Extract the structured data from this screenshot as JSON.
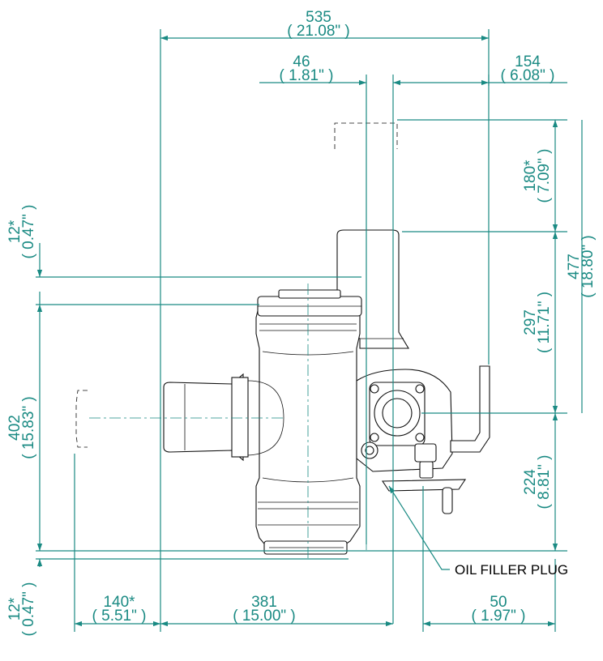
{
  "dimensions": {
    "overall_width": {
      "mm": "535",
      "in": "( 21.08\" )"
    },
    "shaft_offset": {
      "mm": "46",
      "in": "( 1.81\" )"
    },
    "right_offset": {
      "mm": "154",
      "in": "( 6.08\" )"
    },
    "top_clearance": {
      "mm": "180*",
      "in": "( 7.09\" )"
    },
    "overall_height": {
      "mm": "477",
      "in": "( 18.80\" )"
    },
    "upper_height": {
      "mm": "297",
      "in": "( 11.71\" )"
    },
    "lower_height": {
      "mm": "224",
      "in": "( 8.81\" )"
    },
    "body_height": {
      "mm": "402",
      "in": "( 15.83\" )"
    },
    "top_gap": {
      "mm": "12*",
      "in": "( 0.47\" )"
    },
    "bottom_gap": {
      "mm": "12*",
      "in": "( 0.47\" )"
    },
    "left_clearance": {
      "mm": "140*",
      "in": "( 5.51\" )"
    },
    "body_width": {
      "mm": "381",
      "in": "( 15.00\" )"
    },
    "plug_offset": {
      "mm": "50",
      "in": "( 1.97\" )"
    }
  },
  "callouts": {
    "oil_filler_plug": "OIL FILLER PLUG"
  },
  "colors": {
    "dimension": "#1a8a83",
    "outline": "#111111"
  }
}
